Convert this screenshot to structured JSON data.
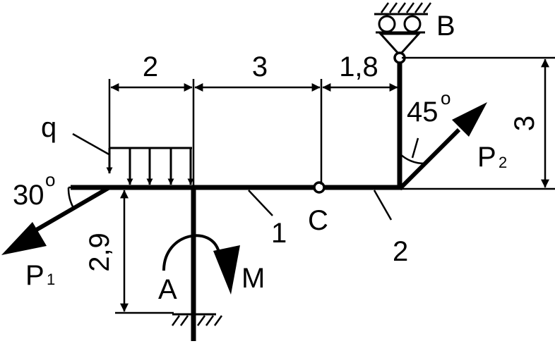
{
  "diagram": {
    "colors": {
      "ink": "#000000",
      "background": "#ffffff"
    },
    "dimensions": {
      "load_span": "2",
      "mid_span": "3",
      "right_span": "1,8",
      "column_height": "3",
      "support_height": "2,9"
    },
    "angles": {
      "p1_angle": "30",
      "p2_angle": "45",
      "degree_symbol": "o"
    },
    "labels": {
      "distributed_load": "q",
      "force_p1": "P",
      "force_p1_sub": "1",
      "force_p2": "P",
      "force_p2_sub": "2",
      "moment": "M",
      "support_a": "A",
      "support_b": "B",
      "hinge_c": "C",
      "member_1": "1",
      "member_2": "2"
    }
  }
}
